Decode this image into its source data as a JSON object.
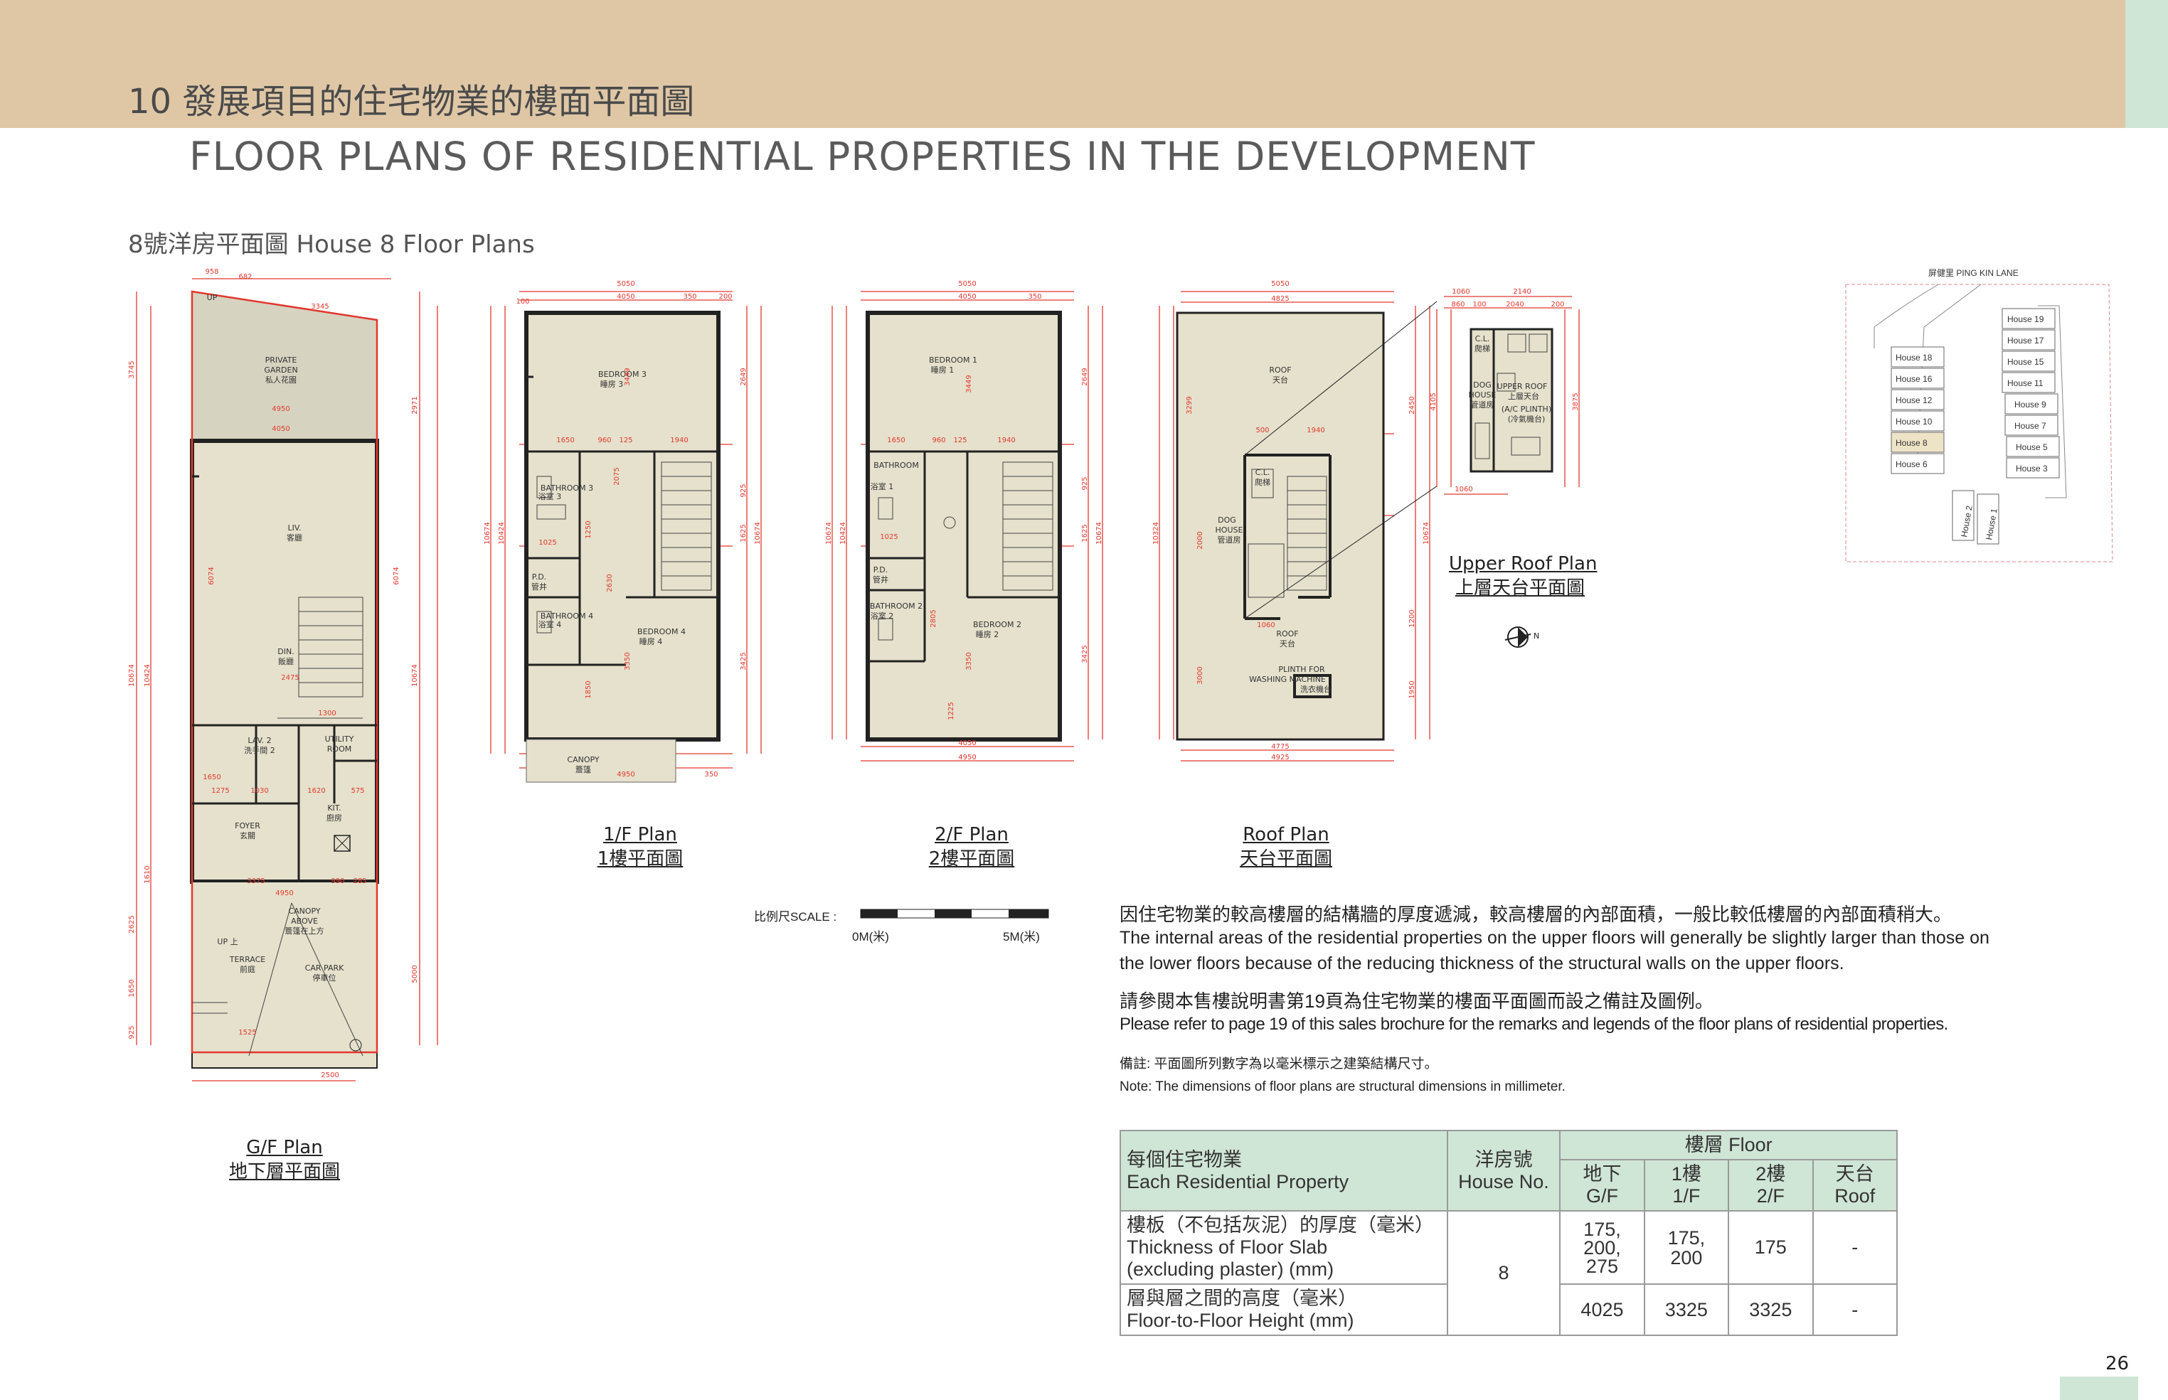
{
  "header": {
    "title_zh": "10  發展項目的住宅物業的樓面平面圖",
    "title_en": "FLOOR PLANS OF RESIDENTIAL PROPERTIES IN THE DEVELOPMENT",
    "subtitle": "8號洋房平面圖 House 8 Floor Plans"
  },
  "plans": {
    "gf": {
      "label_en": "G/F Plan",
      "label_zh": "地下層平面圖",
      "rooms": {
        "garden_en": "PRIVATE",
        "garden_en2": "GARDEN",
        "garden_zh": "私人花園",
        "liv_en": "LIV.",
        "liv_zh": "客廳",
        "din_en": "DIN.",
        "din_zh": "飯廳",
        "lav_en": "LAV. 2",
        "lav_zh": "洗手間 2",
        "utility_en": "UTILITY",
        "utility_en2": "ROOM",
        "kit_en": "KIT.",
        "kit_zh": "廚房",
        "foyer_en": "FOYER",
        "foyer_zh": "玄關",
        "canopy_en": "CANOPY",
        "canopy_en2": "ABOVE",
        "canopy_zh": "簷篷在上方",
        "terrace_en": "TERRACE",
        "terrace_zh": "前庭",
        "carpark_en": "CAR PARK",
        "carpark_zh": "停車位",
        "up": "UP",
        "up_zh": "UP 上"
      },
      "dims": [
        "958",
        "682",
        "3345",
        "4950",
        "4050",
        "2475",
        "3375",
        "4950",
        "1525",
        "2500",
        "3745",
        "2971",
        "6074",
        "6074",
        "10674",
        "10424",
        "10674",
        "5000",
        "1650",
        "925",
        "2625",
        "1610",
        "1300",
        "1275",
        "1030",
        "1620",
        "575",
        "990",
        "285"
      ]
    },
    "f1": {
      "label_en": "1/F Plan",
      "label_zh": "1樓平面圖",
      "rooms": {
        "bed3_en": "BEDROOM  3",
        "bed3_zh": "睡房 3",
        "bath3_en": "BATHROOM  3",
        "bath3_zh": "浴室 3",
        "pd": "P.D.",
        "pd_zh": "管井",
        "bath4_en": "BATHROOM  4",
        "bath4_zh": "浴室 4",
        "bed4_en": "BEDROOM  4",
        "bed4_zh": "睡房 4",
        "canopy_en": "CANOPY",
        "canopy_zh": "簷篷"
      },
      "dims": [
        "5050",
        "4050",
        "350",
        "100",
        "200",
        "3449",
        "1650",
        "960",
        "125",
        "1940",
        "1025",
        "1250",
        "2075",
        "3350",
        "1850",
        "2630",
        "10674",
        "10424",
        "2649",
        "925",
        "1625",
        "3425",
        "4950",
        "350"
      ]
    },
    "f2": {
      "label_en": "2/F Plan",
      "label_zh": "2樓平面圖",
      "rooms": {
        "bed1_en": "BEDROOM  1",
        "bed1_zh": "睡房 1",
        "bath1_en": "BATHROOM",
        "bath1_zh": "浴室 1",
        "pd": "P.D.",
        "pd_zh": "管井",
        "bath2_en": "BATHROOM 2",
        "bath2_zh": "浴室 2",
        "bed2_en": "BEDROOM  2",
        "bed2_zh": "睡房 2"
      },
      "dims": [
        "5050",
        "4050",
        "350",
        "3449",
        "1650",
        "960",
        "125",
        "1940",
        "1025",
        "2805",
        "3350",
        "1225",
        "10674",
        "10424",
        "2649",
        "925",
        "1625",
        "3425",
        "4050",
        "4950"
      ]
    },
    "roof": {
      "label_en": "Roof Plan",
      "label_zh": "天台平面圖",
      "rooms": {
        "roof_en": "ROOF",
        "roof_zh": "天台",
        "cl_en": "C.L.",
        "cl_zh": "爬梯",
        "dog_en": "DOG",
        "dog_en2": "HOUSE",
        "dog_zh": "管道房",
        "roof2_en": "ROOF",
        "roof2_zh": "天台",
        "plinth_en": "PLINTH  FOR",
        "plinth_en2": "WASHING  MACHINE",
        "plinth_zh": "洗衣機台"
      },
      "dims": [
        "5050",
        "4825",
        "3299",
        "1940",
        "500",
        "2000",
        "1060",
        "3000",
        "10324",
        "2450",
        "10674",
        "1950",
        "4775",
        "4925",
        "1200"
      ]
    },
    "upper_roof": {
      "label_en": "Upper Roof Plan",
      "label_zh": "上層天台平面圖",
      "rooms": {
        "cl_en": "C.L.",
        "cl_zh": "爬梯",
        "dog_en": "DOG",
        "dog_en2": "HOUSE",
        "dog_zh": "管道房",
        "up_en": "UPPER  ROOF",
        "up_zh": "上層天台",
        "ac_en": "(A/C  PLINTH)",
        "ac_zh": "(冷氣機台)"
      },
      "dims": [
        "1060",
        "2140",
        "860",
        "100",
        "2040",
        "200",
        "4105",
        "3875",
        "1060"
      ]
    }
  },
  "scale": {
    "label": "比例尺SCALE :",
    "zero": "0M(米)",
    "five": "5M(米)"
  },
  "key_plan": {
    "lane": "屏健里 PING KIN LANE",
    "houses": [
      "House 19",
      "House 17",
      "House 15",
      "House 11",
      "House 9",
      "House 7",
      "House 5",
      "House 3",
      "House 18",
      "House 16",
      "House 12",
      "House 10",
      "House 8",
      "House 6",
      "House 2",
      "House 1"
    ],
    "highlight_color": "#ede3c6"
  },
  "notes": {
    "p1_zh": "因住宅物業的較高樓層的結構牆的厚度遞減，較高樓層的內部面積，一般比較低樓層的內部面積稍大。",
    "p1_en_1": "The internal areas of the residential properties on the upper floors will generally be slightly larger than those on",
    "p1_en_2": "the lower floors because of the reducing thickness of the structural walls on the upper floors.",
    "p2_zh": "請參閱本售樓說明書第19頁為住宅物業的樓面平面圖而設之備註及圖例。",
    "p2_en": "Please refer to page 19 of this sales brochure for the remarks and legends of the floor plans of residential properties.",
    "p3_zh": "備註: 平面圖所列數字為以毫米標示之建築結構尺寸。",
    "p3_en": "Note: The dimensions of floor plans are structural dimensions in millimeter."
  },
  "table": {
    "h_prop_zh": "每個住宅物業",
    "h_prop_en": "Each Residential Property",
    "h_house_zh": "洋房號",
    "h_house_en": "House No.",
    "h_floor": "樓層 Floor",
    "cols": [
      {
        "zh": "地下",
        "en": "G/F"
      },
      {
        "zh": "1樓",
        "en": "1/F"
      },
      {
        "zh": "2樓",
        "en": "2/F"
      },
      {
        "zh": "天台",
        "en": "Roof"
      }
    ],
    "row1_zh": "樓板（不包括灰泥）的厚度（毫米）",
    "row1_en1": "Thickness of Floor Slab",
    "row1_en2": "(excluding plaster) (mm)",
    "row1_values": [
      "175,",
      "200,",
      "275",
      "175,",
      "200",
      "175",
      "-"
    ],
    "row2_zh": "層與層之間的高度（毫米）",
    "row2_en": "Floor-to-Floor Height (mm)",
    "row2_values": [
      "4025",
      "3325",
      "3325",
      "-"
    ],
    "house_no": "8"
  },
  "page_number": "26",
  "colors": {
    "header": "#dfc7a6",
    "accent_green": "#cfe5d6",
    "plan_fill": "#e5e1cc",
    "dim_red": "#e2382e",
    "garden_fill": "#d6d3c0"
  }
}
